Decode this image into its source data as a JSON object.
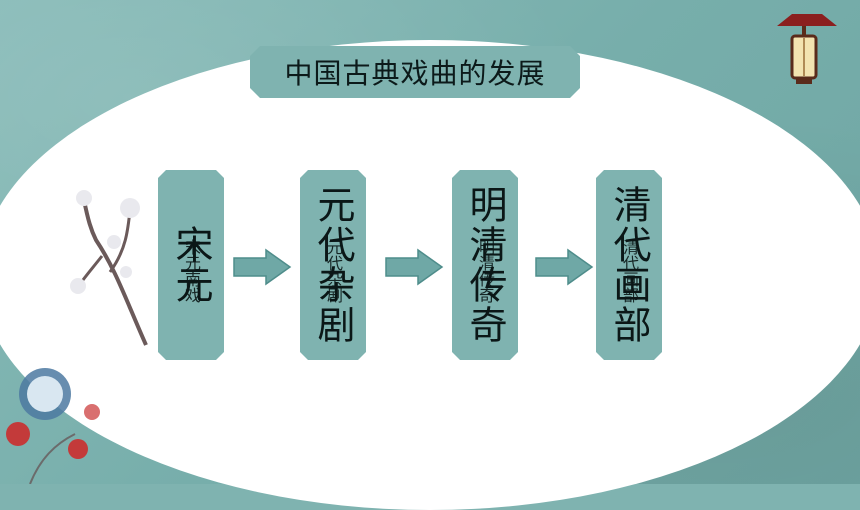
{
  "title": "中国古典戏曲的发展",
  "stages": [
    {
      "big": "宋元",
      "small": "宋元南戏"
    },
    {
      "big": "元代杂剧",
      "small": "元代杂剧"
    },
    {
      "big": "明清传奇",
      "small": "明清传奇"
    },
    {
      "big": "清代画部",
      "small": "清代画部"
    }
  ],
  "colors": {
    "accent": "#7fb3b0",
    "arrow": "#6fa8a6",
    "oval": "#ffffff",
    "text": "#0b1717"
  },
  "icons": {
    "arrow": "right-arrow-icon",
    "lantern": "lantern-icon",
    "flower": "flower-icon",
    "branch": "magnolia-branch-icon"
  }
}
